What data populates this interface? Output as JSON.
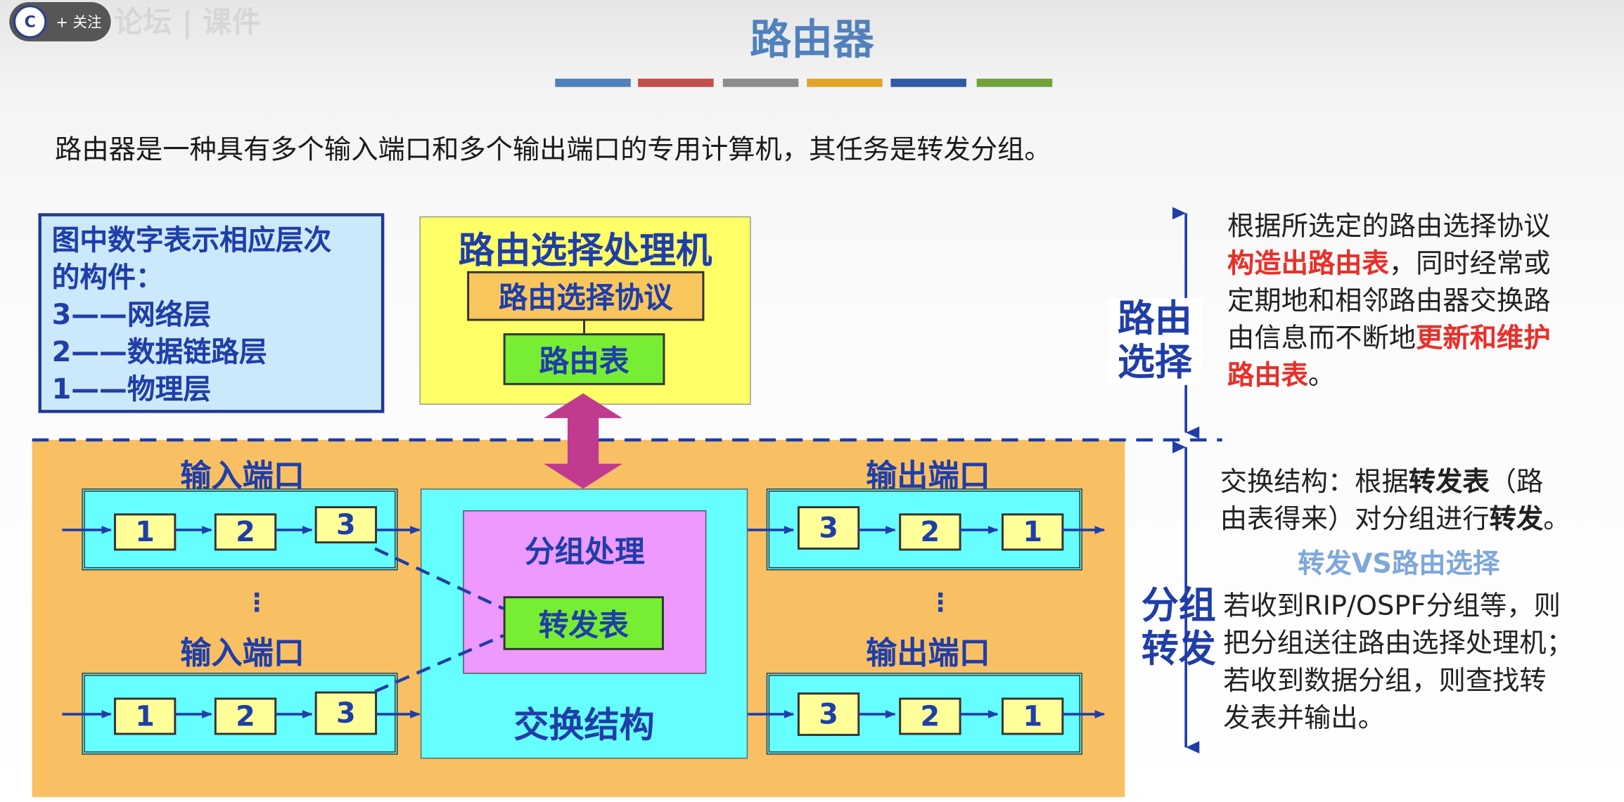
{
  "overlay": {
    "follow_label": "+ 关注",
    "logo_glyph": "C",
    "watermark": "论坛 | 课件"
  },
  "title": "路由器",
  "color_bar": [
    "#4f81bd",
    "#c0504d",
    "#8c8c8c",
    "#e2a52a",
    "#2e5aa8",
    "#70a33a"
  ],
  "intro": "路由器是一种具有多个输入端口和多个输出端口的专用计算机，其任务是转发分组。",
  "legend": {
    "lines": [
      "图中数字表示相应层次",
      "的构件：",
      "3——网络层",
      "2——数据链路层",
      "1——物理层"
    ]
  },
  "routing_processor": {
    "title": "路由选择处理机",
    "protocol": "路由选择协议",
    "table": "路由表"
  },
  "input_ports": {
    "label": "输入端口",
    "boxes": [
      "1",
      "2",
      "3"
    ]
  },
  "output_ports": {
    "label": "输出端口",
    "boxes": [
      "3",
      "2",
      "1"
    ]
  },
  "ellipsis": "⋮",
  "switch_fabric": {
    "label": "交换结构",
    "group_processing": "分组处理",
    "forwarding_table": "转发表"
  },
  "side_labels": {
    "routing": [
      "路由",
      "选择"
    ],
    "forwarding": [
      "分组",
      "转发"
    ]
  },
  "right_text": {
    "routing_parts": [
      {
        "t": "根据所选定的路由选择协议",
        "style": "normal"
      },
      {
        "t": "构造出路由表",
        "style": "red"
      },
      {
        "t": "，同时经常或",
        "style": "normal"
      },
      {
        "t": "定期地和相邻路由器交换路",
        "style": "normal"
      },
      {
        "t": "由信息而不断地",
        "style": "normal"
      },
      {
        "t": "更新和维护",
        "style": "red"
      },
      {
        "t": "路由表",
        "style": "red"
      },
      {
        "t": "。",
        "style": "normal"
      }
    ],
    "exchange_line1_a": "交换结构：根据",
    "exchange_line1_b": "转发表",
    "exchange_line1_c": "（路",
    "exchange_line2_a": "由表得来）对分组进行",
    "exchange_line2_b": "转发",
    "exchange_line2_c": "。",
    "vs": "转发VS路由选择",
    "forward_lines": [
      "若收到RIP/OSPF分组等，则",
      "把分组送往路由选择处理机；",
      "若收到数据分组，则查找转",
      "发表并输出。"
    ]
  },
  "colors": {
    "accent_blue": "#1f3ea8",
    "orange_area": "#f9bf63",
    "cyan": "#66ffff",
    "yellow": "#ffff66",
    "magenta_arrow": "#c03a8f",
    "red_text": "#e8302a"
  }
}
